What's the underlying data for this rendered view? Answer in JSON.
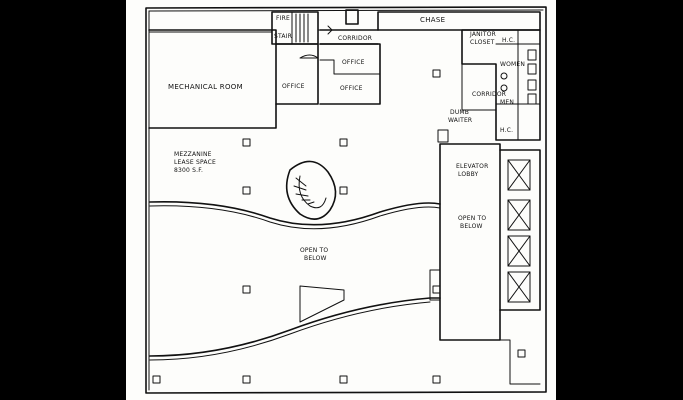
{
  "plan": {
    "rooms": {
      "chase": "CHASE",
      "fire": "FIRE",
      "stair": "STAIR",
      "corridor_top": "CORRIDOR",
      "office_1": "OFFICE",
      "office_2": "OFFICE",
      "office_3": "OFFICE",
      "mechanical": "MECHANICAL ROOM",
      "janitor_1": "JANITOR",
      "janitor_2": "CLOSET",
      "hc_top": "H.C.",
      "women": "WOMEN",
      "corridor_right": "CORRIDOR",
      "men": "MEN",
      "hc_bottom": "H.C.",
      "dumb_1": "DUMB",
      "dumb_2": "WAITER",
      "mezz_1": "MEZZANINE",
      "mezz_2": "LEASE SPACE",
      "mezz_3": "8300 S.F.",
      "elev_1": "ELEVATOR",
      "elev_2": "LOBBY",
      "open_center_1": "OPEN TO",
      "open_center_2": "BELOW",
      "open_right_1": "OPEN TO",
      "open_right_2": "BELOW"
    }
  }
}
